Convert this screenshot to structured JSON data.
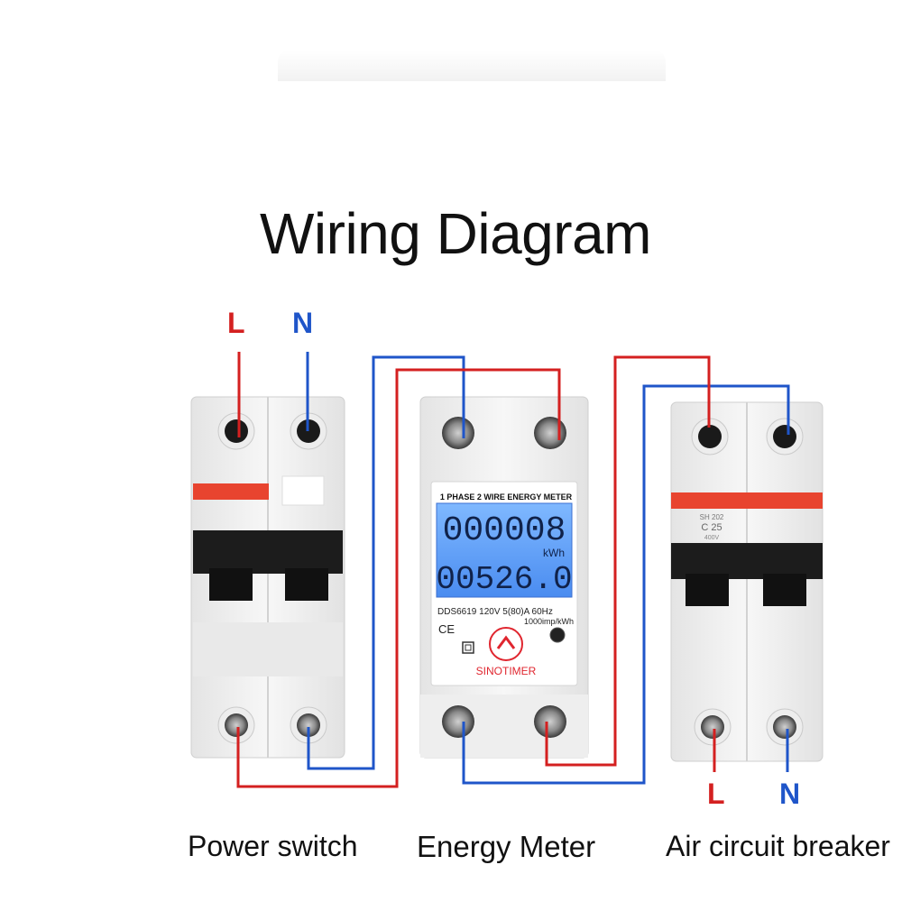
{
  "title": "Wiring Diagram",
  "input_labels": {
    "line": "L",
    "neutral": "N"
  },
  "output_labels": {
    "line": "L",
    "neutral": "N"
  },
  "captions": {
    "power_switch": "Power switch",
    "energy_meter": "Energy Meter",
    "air_breaker": "Air circuit breaker"
  },
  "meter": {
    "heading": "1 PHASE 2 WIRE ENERGY METER",
    "reading_1": "000008",
    "unit": "kWh",
    "reading_2": "00526.0",
    "spec": "DDS6619 120V  5(80)A  60Hz",
    "imp": "1000imp/kWh",
    "ce": "CE",
    "brand": "SINOTIMER"
  },
  "breaker_right": {
    "model": "SH 202",
    "rating": "C 25",
    "voltage": "400V"
  },
  "colors": {
    "line": "#d42020",
    "neutral": "#1f55c9",
    "stripe": "#e8442f",
    "lcd": "#5aa0ff"
  }
}
